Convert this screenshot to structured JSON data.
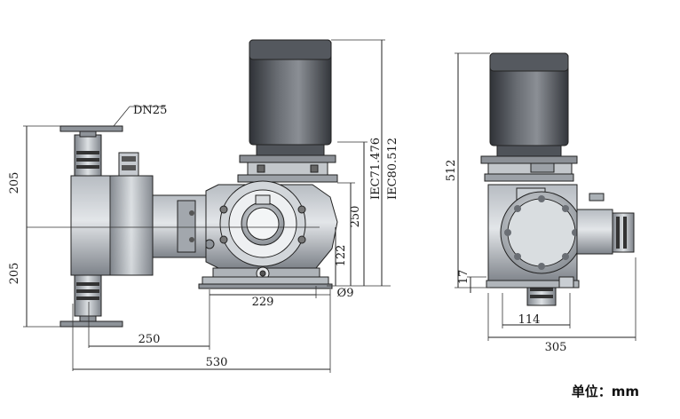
{
  "labels": {
    "flange": "DN25",
    "motor_iec71": "IEC71.476",
    "motor_iec80": "IEC80.512",
    "unit": "单位：mm"
  },
  "dimensions": {
    "upper_half_height": "205",
    "lower_half_height": "205",
    "shaft_to_top": "250",
    "base_to_axis": "122",
    "mount_spacing": "229",
    "hole_diameter": "Ø9",
    "inlet_to_mount": "250",
    "total_length": "530",
    "side_height": "512",
    "side_base_height": "17",
    "side_mount_spacing": "114",
    "side_width": "305"
  },
  "colors": {
    "motor_dark": "#3f4247",
    "motor_mid": "#5c6066",
    "motor_light": "#8a8e94",
    "body": "#9aa0a6",
    "body_light": "#c9ced3",
    "body_dark": "#6b7077",
    "line": "#222222"
  }
}
